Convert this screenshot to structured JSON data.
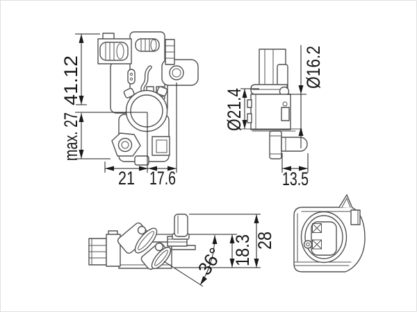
{
  "colors": {
    "background": "#ffffff",
    "part_line": "#4f4f4f",
    "dimension_line": "#1a1a1a",
    "text": "#161616"
  },
  "front_view": {
    "height_total": "41.12",
    "height_max": "max. 27",
    "width_left": "21",
    "width_right": "17.6"
  },
  "side_view": {
    "dia_stud": "Ø16.2",
    "dia_clamp": "Ø21.4",
    "len_stud": "13.5"
  },
  "top_view": {
    "angle": "36°",
    "height_bracket": "18.3",
    "height_total": "28"
  }
}
